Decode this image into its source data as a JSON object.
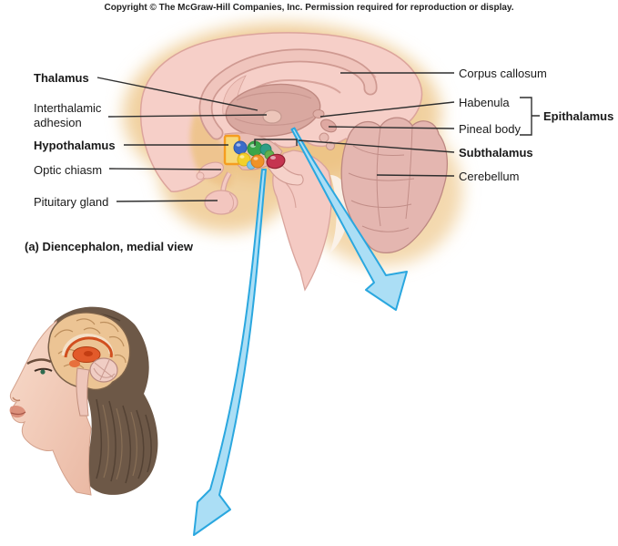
{
  "figure": {
    "copyright": "Copyright © The McGraw-Hill Companies, Inc. Permission required for reproduction or display.",
    "caption": "(a) Diencephalon, medial view",
    "labels": {
      "thalamus": "Thalamus",
      "interthalamic_adhesion": "Interthalamic adhesion",
      "hypothalamus": "Hypothalamus",
      "optic_chiasm": "Optic chiasm",
      "pituitary_gland": "Pituitary gland",
      "corpus_callosum": "Corpus callosum",
      "habenula": "Habenula",
      "pineal_body": "Pineal body",
      "epithalamus": "Epithalamus",
      "subthalamus": "Subthalamus",
      "cerebellum": "Cerebellum"
    },
    "colors": {
      "label_text": "#1a1a1a",
      "leader_line": "#2f2f2f",
      "arrow_fill": "#abdef5",
      "arrow_stroke": "#2aa7df",
      "halo_tan": "#f1d1a0",
      "brain_pink": "#f6cfc8",
      "brain_outline": "#dca49c",
      "thalamus_mauve": "#d9a8a0",
      "cerebellum_rose": "#e2b3ae",
      "hypothalamus_box_orange": "#f59d20",
      "nuclei_blue": "#3b6cc9",
      "nuclei_green": "#3aa54a",
      "nuclei_yellow": "#f2d02a",
      "nuclei_orange": "#f09228",
      "nuclei_red": "#c53450",
      "inset_thalamus_orange": "#e25a2a"
    }
  }
}
